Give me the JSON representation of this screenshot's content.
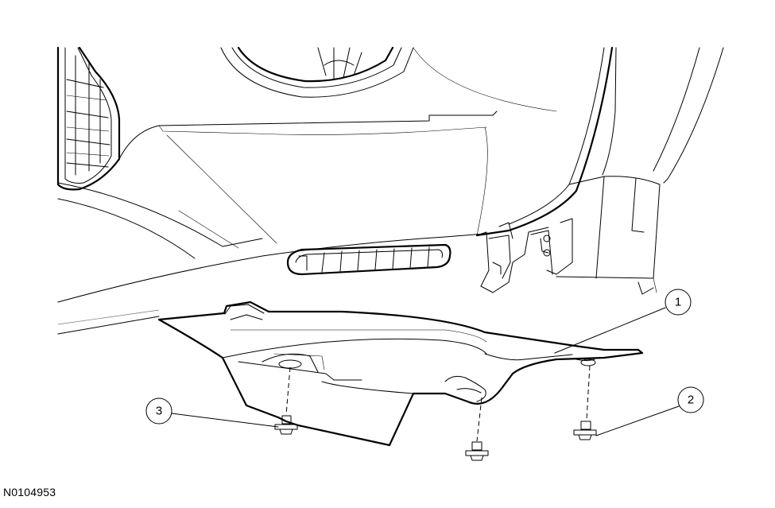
{
  "figure_id": "N0104953",
  "callouts": [
    {
      "id": "callout-1",
      "label": "1"
    },
    {
      "id": "callout-2",
      "label": "2"
    },
    {
      "id": "callout-3",
      "label": "3"
    }
  ]
}
